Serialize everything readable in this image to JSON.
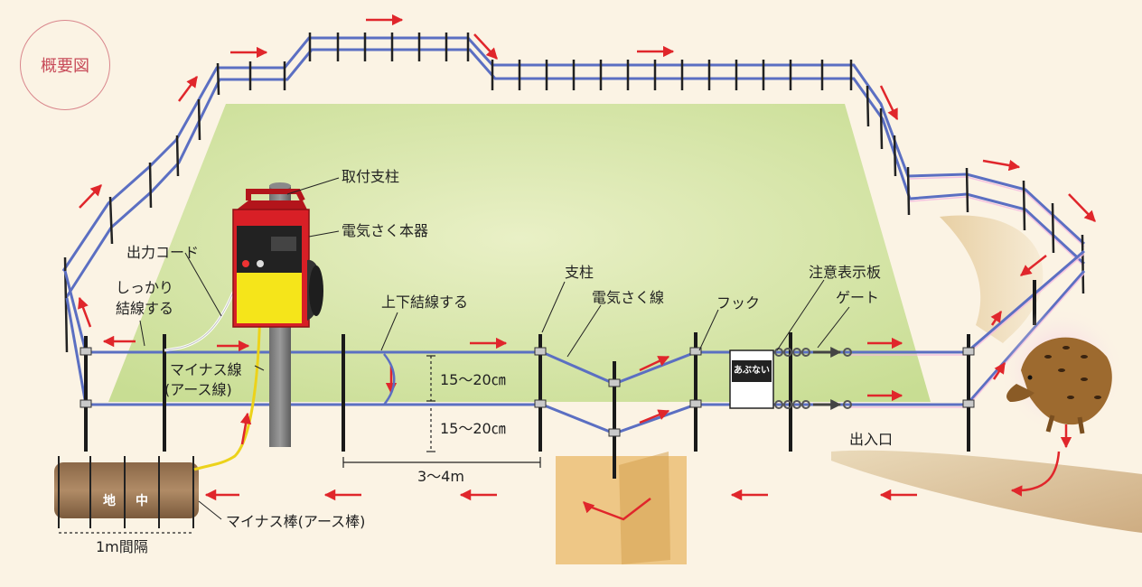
{
  "badge": {
    "label": "概要図"
  },
  "labels": {
    "mount_post": "取付支柱",
    "energizer": "電気さく本器",
    "output_cord": "出力コード",
    "tie_firmly_1": "しっかり",
    "tie_firmly_2": "結線する",
    "minus_wire_1": "マイナス線",
    "minus_wire_2": "(アース線)",
    "tie_top_bottom": "上下結線する",
    "post": "支柱",
    "fence_wire": "電気さく線",
    "hook": "フック",
    "warning_sign": "注意表示板",
    "gate": "ゲート",
    "gap_upper": "15～20㎝",
    "gap_lower": "15～20㎝",
    "post_spacing": "3～4m",
    "ground_rod": "マイナス棒(アース棒)",
    "rod_spacing": "1m間隔",
    "ground_char1": "地",
    "ground_char2": "中",
    "entrance": "出入口",
    "sign_text": "あぶない"
  },
  "colors": {
    "wire_blue": "#5b6fc2",
    "arrow_red": "#e0262b",
    "energizer_red": "#d81f26",
    "energizer_yellow": "#f5e51a",
    "ground_yellow": "#ecd21a",
    "field_green": "#cfe2a0",
    "badge_red": "#c84c5a"
  }
}
